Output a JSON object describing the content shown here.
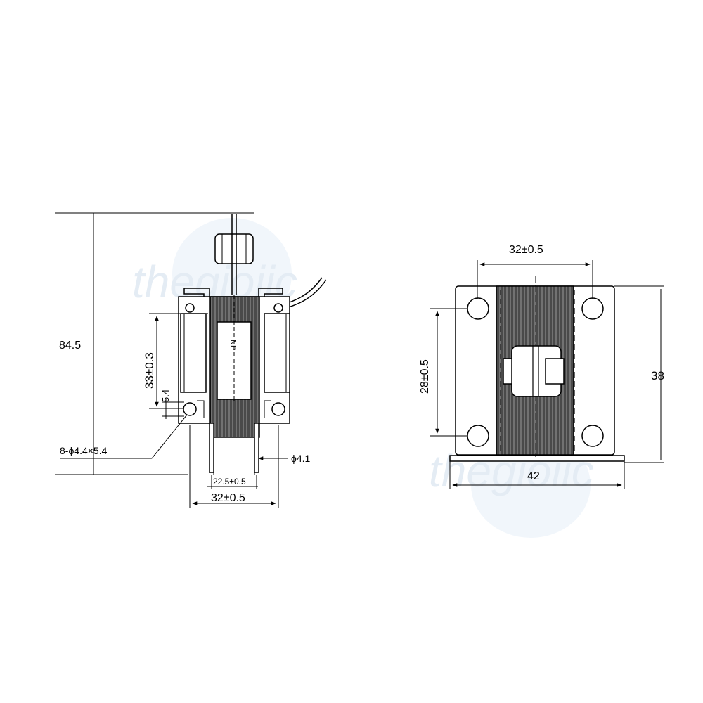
{
  "watermark": {
    "text": "thegioiic"
  },
  "front_view": {
    "dim_height": "84.5",
    "dim_coil": "33±0.3",
    "dim_slot": "5.4",
    "dim_holes": "8-ϕ4.4×5.4",
    "dim_pin": "ϕ4.1",
    "dim_pin_spacing": "22.5±0.5",
    "dim_width": "32±0.5",
    "coil_marking": "NP"
  },
  "side_view": {
    "dim_top": "32±0.5",
    "dim_vertical": "28±0.5",
    "dim_height": "38",
    "dim_width": "42"
  }
}
